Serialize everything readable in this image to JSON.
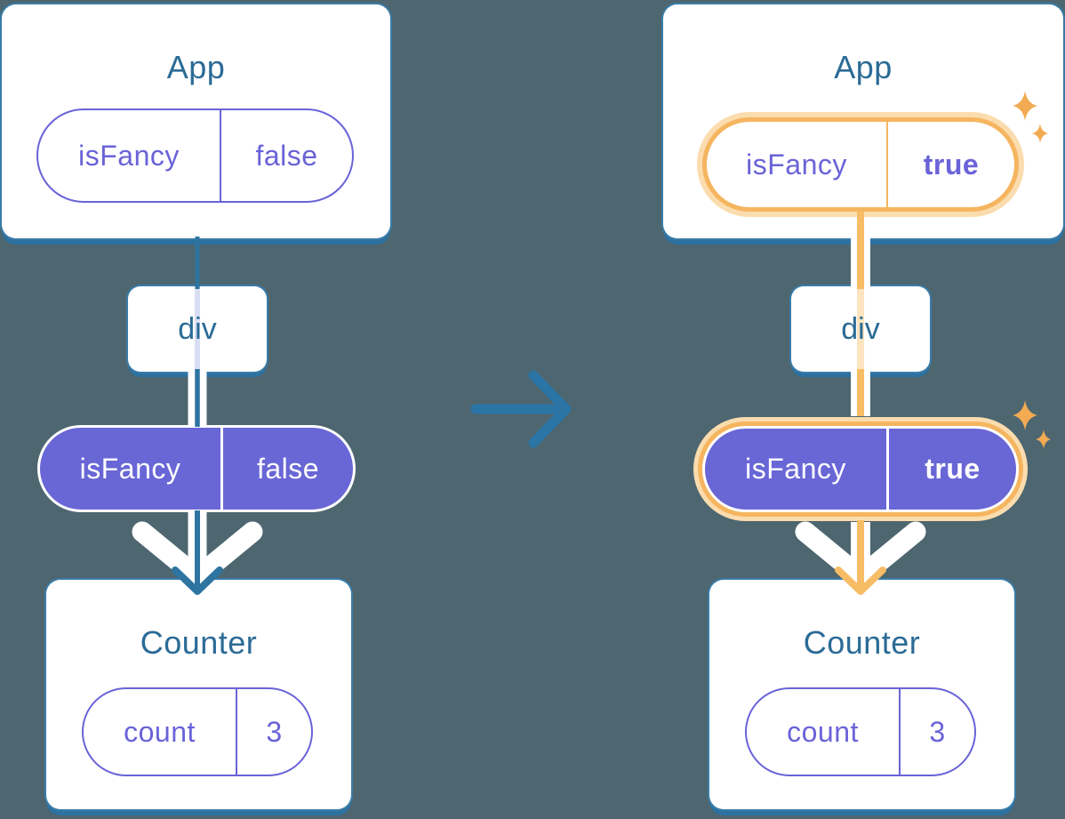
{
  "colors": {
    "background": "#4d6670",
    "card_bg": "#ffffff",
    "card_border": "#3a7ca8",
    "card_shadow": "#2d71a1",
    "title_text": "#2b6b96",
    "purple": "#6a63d8",
    "purple_fill": "#6966d6",
    "lavender_line": "#d9dff3",
    "peach_line": "#fce4bf",
    "orange": "#f7bc66",
    "orange_ring": "#f5b55f",
    "orange_glow": "#fbdcae",
    "sparkle": "#f2ab52",
    "blue_line": "#2e74a0",
    "arrow_blue": "#2a74a6",
    "white": "#ffffff"
  },
  "panels": {
    "before": {
      "app": {
        "title": "App",
        "prop_name": "isFancy",
        "prop_value": "false"
      },
      "container_label": "div",
      "passed_prop": {
        "name": "isFancy",
        "value": "false"
      },
      "counter": {
        "title": "Counter",
        "state_name": "count",
        "state_value": "3"
      }
    },
    "after": {
      "app": {
        "title": "App",
        "prop_name": "isFancy",
        "prop_value": "true"
      },
      "container_label": "div",
      "passed_prop": {
        "name": "isFancy",
        "value": "true"
      },
      "counter": {
        "title": "Counter",
        "state_name": "count",
        "state_value": "3"
      }
    }
  }
}
